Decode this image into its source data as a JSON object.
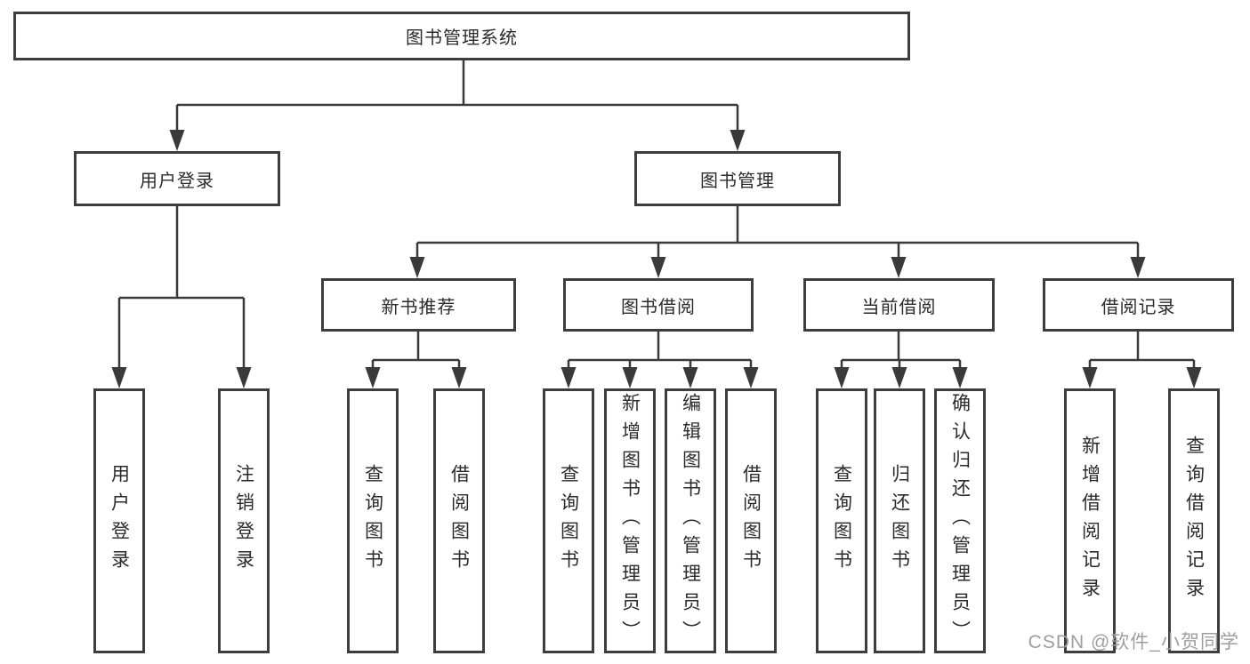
{
  "diagram": {
    "root": {
      "label": "图书管理系统"
    },
    "level1": [
      {
        "label": "用户登录"
      },
      {
        "label": "图书管理"
      }
    ],
    "level2": [
      {
        "label": "新书推荐"
      },
      {
        "label": "图书借阅"
      },
      {
        "label": "当前借阅"
      },
      {
        "label": "借阅记录"
      }
    ],
    "leaves": [
      {
        "label": "用户登录"
      },
      {
        "label": "注销登录"
      },
      {
        "label": "查询图书"
      },
      {
        "label": "借阅图书"
      },
      {
        "label": "查询图书"
      },
      {
        "label": "新增图书（管理员）"
      },
      {
        "label": "编辑图书（管理员）"
      },
      {
        "label": "借阅图书"
      },
      {
        "label": "查询图书"
      },
      {
        "label": "归还图书"
      },
      {
        "label": "确认归还（管理员）"
      },
      {
        "label": "新增借阅记录"
      },
      {
        "label": "查询借阅记录"
      }
    ]
  },
  "watermark": {
    "text": "CSDN @软件_小贺同学"
  },
  "colors": {
    "line": "#3a3a3a",
    "border": "#3d3d3d",
    "text": "#2b2b2b",
    "watermark": "#9e9e9e",
    "background": "#ffffff"
  }
}
